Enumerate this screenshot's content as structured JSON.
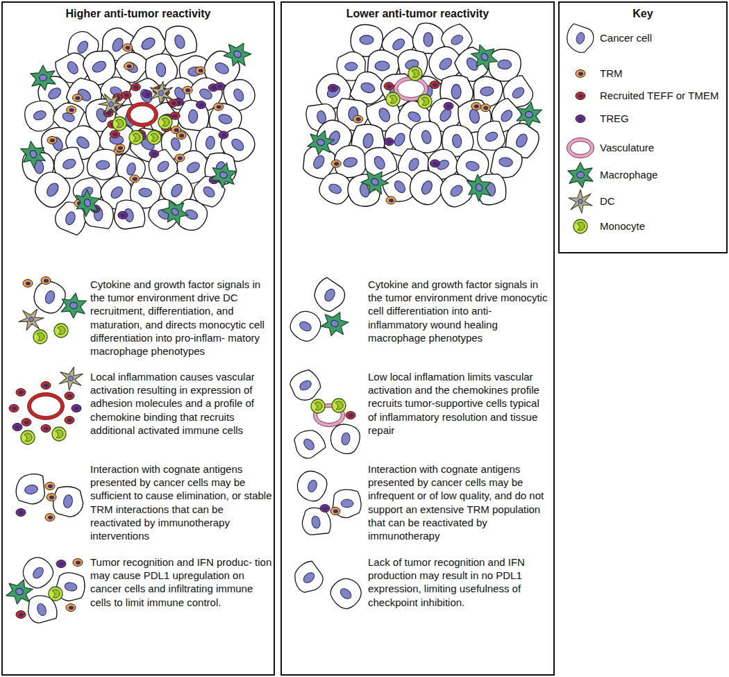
{
  "diagram": {
    "nodes": [
      {
        "text": [
          "Higher anti-tumor reactivity"
        ]
      },
      {
        "text": [
          "Lower anti-tumor reactivity"
        ]
      },
      {
        "text": [
          "Key"
        ]
      }
    ],
    "labels": [
      "Cytokine and growth factor signals in the tumor environment drive DC recruitment, differentiation, and maturation, and directs monocytic cell differentiation into pro-inflam- matory macrophage phenotypes",
      "Local inflammation causes vascular activation resulting in expression of adhesion molecules and a profile of chemokine binding that recruits additional activated immune cells",
      "Interaction with cognate antigens presented by cancer cells may be sufficient to cause elimination, or stable TRM interactions that can be reactivated by immunotherapy interventions",
      "Tumor recognition and IFN produc- tion may cause PDL1 upregulation on cancer cells and infiltrating immune cells to limit immune control.",
      "Cytokine and growth factor signals in the tumor environment drive monocytic cell differentiation into anti-inflammatory wound healing macrophage phenotypes",
      "Low local inflamation limits vascular activation and the chemokines profile recruits tumor-supportive cells typical of inflammatory resolution and tissue repair",
      "Interaction with cognate antigens presented by cancer cells may be infrequent or of low quality, and do not support an extensive TRM population that can be reactivated by immunotherapy",
      "Lack of tumor recognition and IFN production may result in no PDL1 expression, limiting usefulness of checkpoint inhibition."
    ],
    "legend": [
      {
        "text": "Cancer cell"
      },
      {
        "text": "TRM"
      },
      {
        "text": "Recruited TEFF or TMEM"
      },
      {
        "text": "TREG"
      },
      {
        "text": "Vasculature"
      },
      {
        "text": "Macrophage"
      },
      {
        "text": "DC"
      },
      {
        "text": "Monocyte"
      }
    ]
  }
}
